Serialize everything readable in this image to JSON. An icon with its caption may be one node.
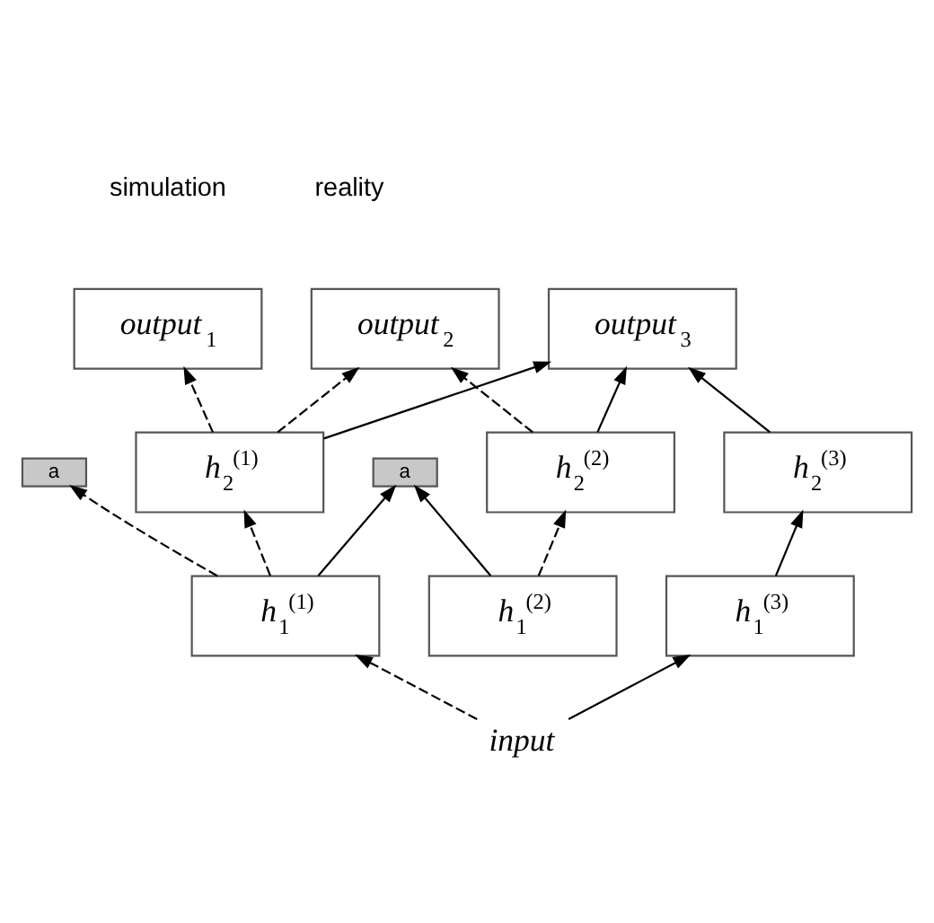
{
  "diagram": {
    "nodes": [
      {
        "text": [
          "*output*$_{1}$"
        ]
      },
      {
        "text": [
          "*output*$_{2}$"
        ]
      },
      {
        "text": [
          "*output*$_{3}$"
        ]
      },
      {
        "text": [
          "*h*$_{2}$$^{(1)}$"
        ]
      },
      {
        "text": [
          "*h*$_{2}$$^{(2)}$"
        ]
      },
      {
        "text": [
          "a"
        ]
      },
      {
        "text": [
          "*h*$_{2}$$^{(3)}$"
        ]
      },
      {
        "text": [
          "a"
        ]
      },
      {
        "text": [
          "*h*$_{1}$$^{(1)}$"
        ]
      },
      {
        "text": [
          "*h*$_{1}$$^{(2)}$"
        ]
      },
      {
        "text": [
          "*h*$_{1}$$^{(3)}$"
        ]
      },
      {
        "text": [
          "*input*"
        ]
      }
    ],
    "edges": [
      {
        "from": 3,
        "to": 0,
        "arrow": "to",
        "style": "dashed"
      },
      {
        "from": 3,
        "to": 1,
        "arrow": "to",
        "style": "dashed"
      },
      {
        "from": 3,
        "to": 2,
        "arrow": "to"
      },
      {
        "from": 4,
        "to": 1,
        "arrow": "to",
        "style": "dashed"
      },
      {
        "from": 4,
        "to": 2,
        "arrow": "to"
      },
      {
        "from": 6,
        "to": 2,
        "arrow": "to"
      },
      {
        "from": 8,
        "to": 3,
        "arrow": "to",
        "style": "dashed"
      },
      {
        "from": 8,
        "to": 5,
        "arrow": "to",
        "style": "dashed"
      },
      {
        "from": 8,
        "to": 7,
        "arrow": "to"
      },
      {
        "from": 9,
        "to": 4,
        "arrow": "to",
        "style": "dashed"
      },
      {
        "from": 9,
        "to": 7,
        "arrow": "to"
      },
      {
        "from": 10,
        "to": 6,
        "arrow": "to"
      },
      {
        "from": 11,
        "to": 8,
        "arrow": "to",
        "style": "dashed"
      },
      {
        "from": 11,
        "to": 10,
        "arrow": "to"
      }
    ],
    "labels": [
      "simulation",
      "reality"
    ]
  }
}
